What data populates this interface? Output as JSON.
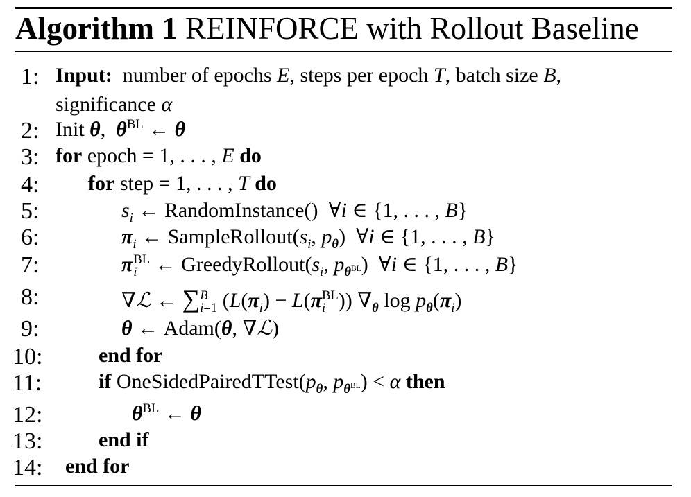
{
  "algorithm": {
    "label": "Algorithm 1",
    "title": "REINFORCE with Rollout Baseline"
  },
  "lines": [
    {
      "num": "1:",
      "text": "Input: number of epochs E, steps per epoch T, batch size B, significance α"
    },
    {
      "num": "2:",
      "text": "Init θ, θBL ← θ"
    },
    {
      "num": "3:",
      "text": "for epoch = 1, . . . , E do"
    },
    {
      "num": "4:",
      "text": "for step = 1, . . . , T do"
    },
    {
      "num": "5:",
      "text": "si ← RandomInstance() ∀i ∈ {1, . . . , B}"
    },
    {
      "num": "6:",
      "text": "πi ← SampleRollout(si, pθ) ∀i ∈ {1, . . . , B}"
    },
    {
      "num": "7:",
      "text": "πiBL ← GreedyRollout(si, pθBL) ∀i ∈ {1, . . . , B}"
    },
    {
      "num": "8:",
      "text": "∇L ← ∑Bi=1 (L(πi) − L(πiBL)) ∇θ log pθ(πi)"
    },
    {
      "num": "9:",
      "text": "θ ← Adam(θ, ∇L)"
    },
    {
      "num": "10:",
      "text": "end for"
    },
    {
      "num": "11:",
      "text": "if OneSidedPairedTTest(pθ, pθBL) < α then"
    },
    {
      "num": "12:",
      "text": "θBL ← θ"
    },
    {
      "num": "13:",
      "text": "end if"
    },
    {
      "num": "14:",
      "text": "end for"
    }
  ]
}
